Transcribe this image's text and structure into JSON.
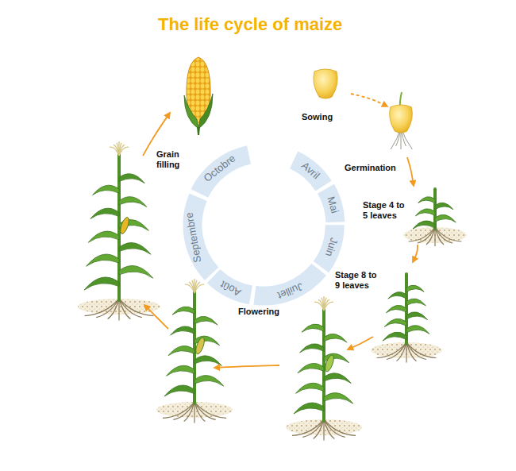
{
  "diagram": {
    "title": "The life cycle of maize",
    "nodes": [
      {
        "text": [
          "Avril"
        ]
      },
      {
        "text": [
          "Mai"
        ]
      },
      {
        "text": [
          "Juin"
        ]
      },
      {
        "text": [
          "Juillet"
        ]
      },
      {
        "text": [
          "Août"
        ]
      },
      {
        "text": [
          "Septembre"
        ]
      },
      {
        "text": [
          "Octobre"
        ]
      }
    ],
    "labels": [
      "Sowing",
      "Germination",
      "Stage 4 to 5 leaves",
      "Stage 8 to 9 leaves",
      "Flowering",
      "Grain filling"
    ]
  }
}
